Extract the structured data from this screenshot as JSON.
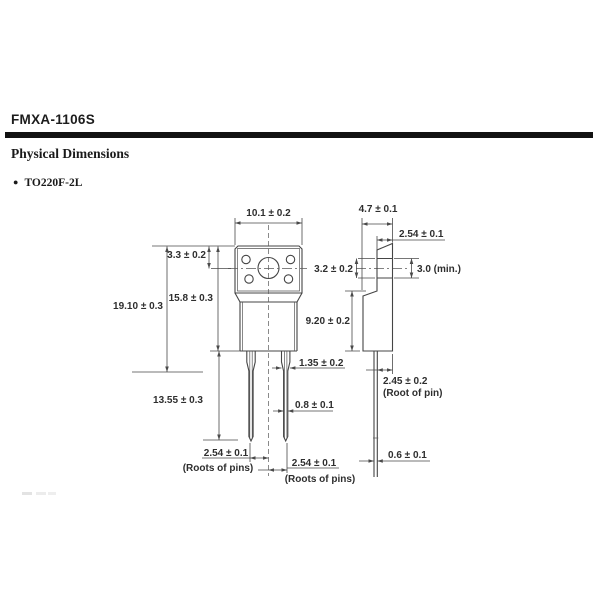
{
  "header": {
    "part_number": "FMXA-1106S",
    "section_title": "Physical Dimensions",
    "bullet_glyph": "●",
    "package_name": "TO220F-2L"
  },
  "colors": {
    "rule": "#121212",
    "drawing_line": "#454545",
    "dimension_text": "#2e2e2e"
  },
  "drawing": {
    "front_view": {
      "body_width": "10.1 ± 0.2",
      "hole_center_offset": "3.3 ± 0.2",
      "body_height": "15.8 ± 0.3",
      "height_to_pin_root": "19.10 ± 0.3",
      "pin_length": "13.55 ± 0.3",
      "hole_diameter": "3.2 ± 0.2",
      "pin_root_width": "1.35 ± 0.2",
      "pin_width": "0.8 ± 0.1",
      "pin_pitch_left": "2.54 ± 0.1",
      "pin_pitch_left_note": "(Roots of pins)",
      "pin_pitch_right": "2.54 ± 0.1",
      "pin_pitch_right_note": "(Roots of pins)"
    },
    "side_view": {
      "body_thickness": "4.7 ± 0.1",
      "tab_thickness": "2.54 ± 0.1",
      "hole_depth_min": "3.0 (min.)",
      "lower_body_height": "9.20 ± 0.2",
      "pin_root_offset": "2.45 ± 0.2",
      "pin_root_offset_note": "(Root of pin)",
      "pin_thickness": "0.6 ± 0.1"
    }
  }
}
